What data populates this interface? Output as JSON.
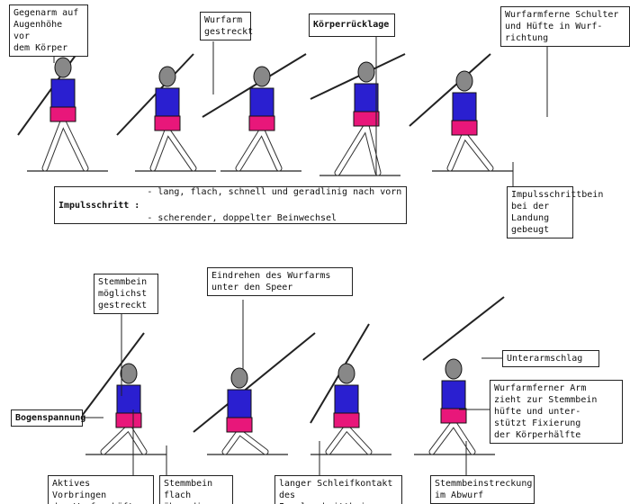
{
  "top_row": {
    "labels": {
      "gegenarm": "Gegenarm auf\nAugenhöhe vor\ndem Körper",
      "wurfarm": "Wurfarm\ngestreckt",
      "ruecklage": "Körperrücklage",
      "schulter": "Wurfarmferne Schulter\nund Hüfte in Wurf-\nrichtung",
      "landung": "Impulsschrittbein\nbei der Landung\ngebeugt"
    },
    "impulsschritt": {
      "heading": "Impulsschritt :",
      "items": [
        "- lang, flach, schnell und geradlinig nach vorn",
        "- scherender, doppelter Beinwechsel"
      ]
    }
  },
  "bottom_row": {
    "labels": {
      "stemmbein": "Stemmbein\nmöglichst\ngestreckt",
      "eindrehen": "Eindrehen des Wurfarms\nunter den Speer",
      "bogen": "Bogenspannung",
      "unterarm": "Unterarmschlag",
      "wurfarmferner": "Wurfarmferner Arm\nzieht zur Stemmbein\nhüfte und unter-\nstützt Fixierung\nder Körperhälfte",
      "vorbringen": "Aktives Vorbringen\nder Wurfarmhüfte",
      "ferse": "Stemmbein flach\nüber die Ferse",
      "schleif": "langer Schleifkontakt\ndes Impulsschrittbeins",
      "streckung": "Stemmbeinstreckung\nim Abwurf"
    }
  },
  "colors": {
    "shirt": "#2a1fd0",
    "shorts": "#e8177a",
    "head": "#888888"
  }
}
